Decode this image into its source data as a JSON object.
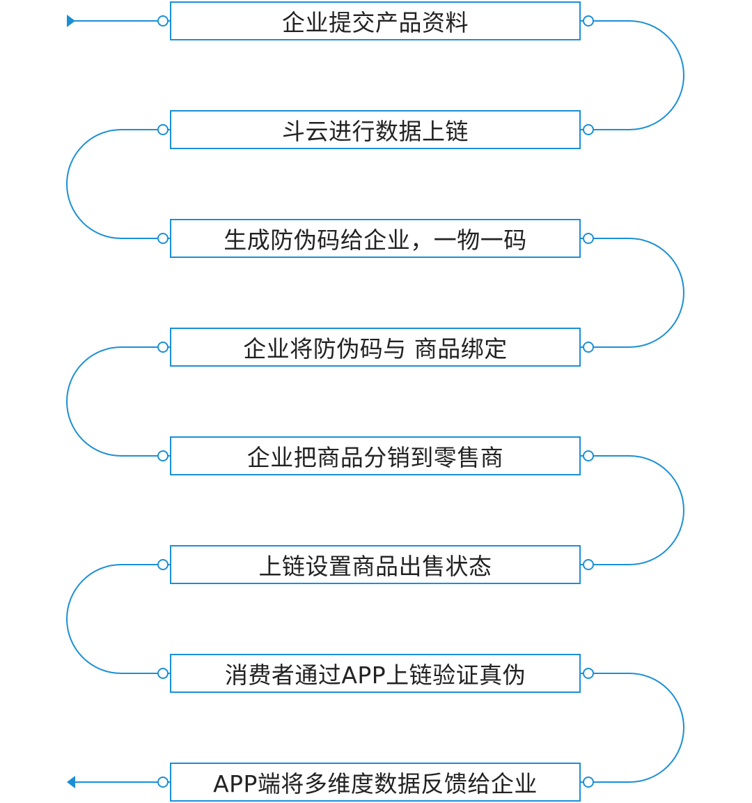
{
  "colors": {
    "line": "#1a8fd6",
    "box_border": "#1a8fd6",
    "text": "#222222",
    "background": "#ffffff"
  },
  "steps": [
    {
      "label": "企业提交产品资料"
    },
    {
      "label": "斗云进行数据上链"
    },
    {
      "label": "生成防伪码给企业，一物一码"
    },
    {
      "label": "企业将防伪码与 商品绑定"
    },
    {
      "label": "企业把商品分销到零售商"
    },
    {
      "label": "上链设置商品出售状态"
    },
    {
      "label": "消费者通过APP上链验证真伪"
    },
    {
      "label": "APP端将多维度数据反馈给企业"
    }
  ],
  "arrows": [
    {
      "icon": "arrow-right-icon"
    },
    {
      "icon": "arrow-left-icon"
    }
  ]
}
